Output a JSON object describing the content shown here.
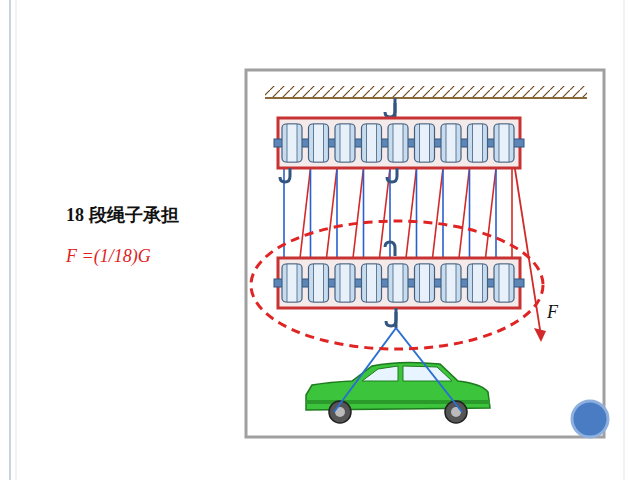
{
  "diagram": {
    "labels": [
      "18 段绳子承担",
      "F =(1/18)G",
      "F"
    ]
  }
}
